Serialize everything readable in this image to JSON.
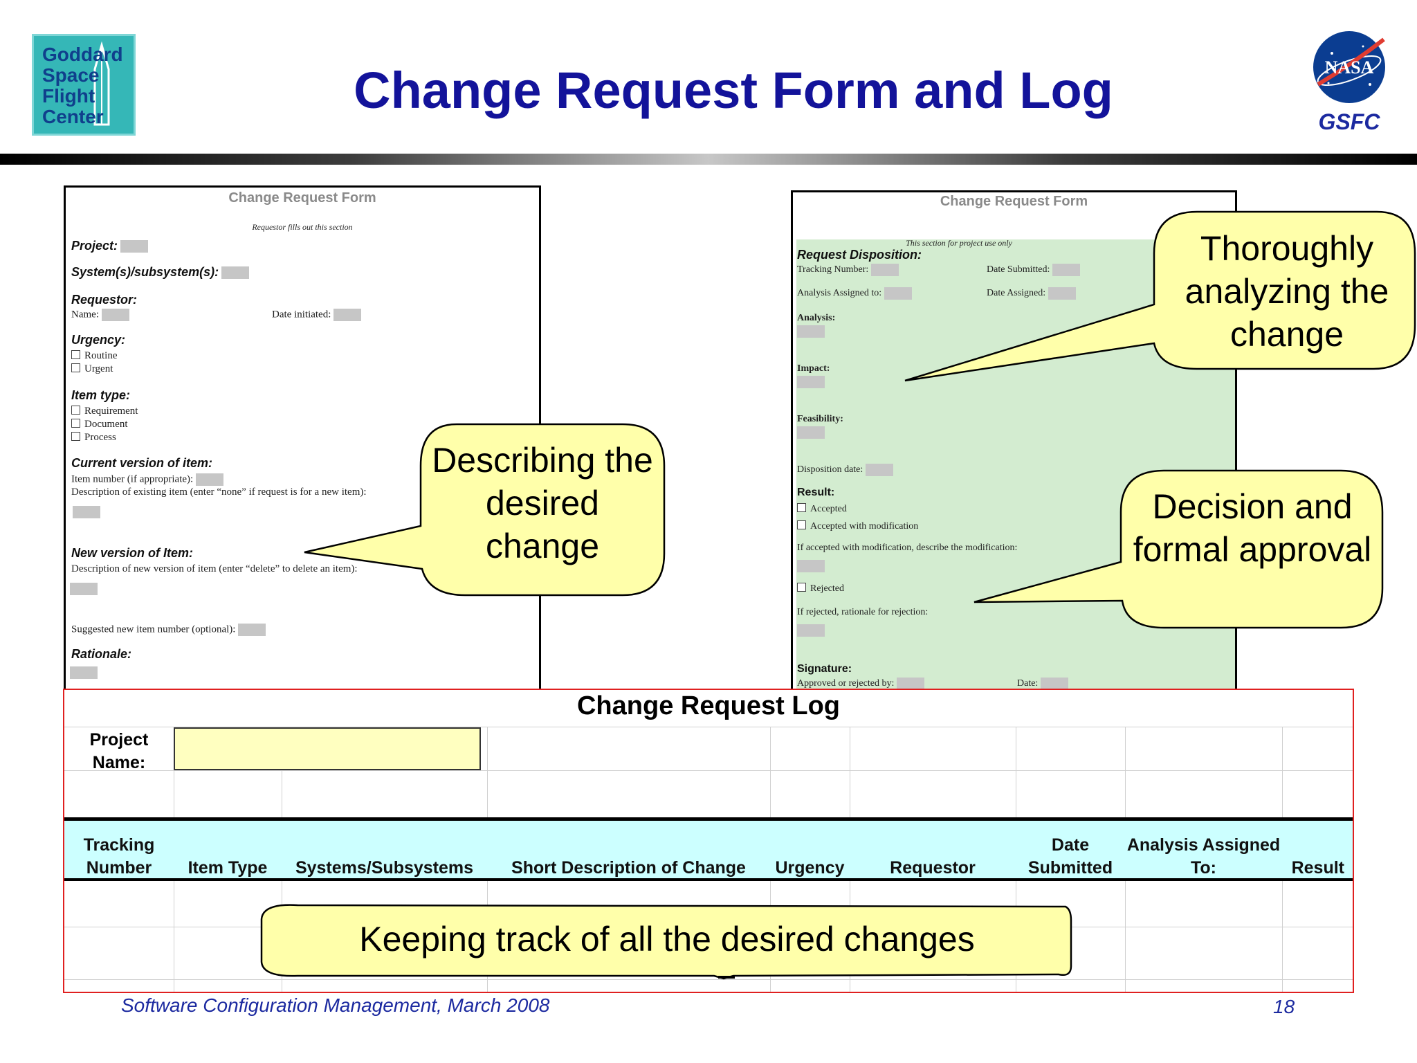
{
  "header": {
    "logo_text": "Goddard\nSpace\nFlight\nCenter",
    "title": "Change Request Form and Log",
    "nasa_logo_text": "NASA",
    "agency_label": "GSFC"
  },
  "form_left": {
    "title": "Change Request Form",
    "note": "Requestor fills out this section",
    "project": "Project:",
    "systems": "System(s)/subsystem(s):",
    "requestor": "Requestor:",
    "name": "Name:",
    "date_initiated": "Date initiated:",
    "urgency": "Urgency:",
    "urgency_options": [
      "Routine",
      "Urgent"
    ],
    "item_type": "Item type:",
    "item_type_options": [
      "Requirement",
      "Document",
      "Process"
    ],
    "current_version": "Current version of item:",
    "item_number": "Item number (if appropriate):",
    "description_existing": "Description of existing item (enter “none” if request is for a new item):",
    "new_version": "New version of Item:",
    "description_new": "Description of new version of item (enter “delete” to delete an item):",
    "suggested_number": "Suggested new item number (optional):",
    "rationale": "Rationale:"
  },
  "form_right": {
    "title": "Change Request Form",
    "note": "This section for project use only",
    "request_disposition": "Request Disposition:",
    "tracking_number": "Tracking Number:",
    "date_submitted": "Date Submitted:",
    "analysis_assigned": "Analysis Assigned to:",
    "date_assigned": "Date Assigned:",
    "analysis": "Analysis:",
    "impact": "Impact:",
    "feasibility": "Feasibility:",
    "disposition_date": "Disposition date:",
    "result": "Result:",
    "accepted": "Accepted",
    "accepted_mod": "Accepted with modification",
    "if_accepted_mod": "If accepted with modification, describe the modification:",
    "rejected": "Rejected",
    "if_rejected": "If rejected, rationale for rejection:",
    "signature": "Signature:",
    "approved_by": "Approved or rejected by:",
    "date": "Date:"
  },
  "callouts": {
    "describing": "Describing the desired change",
    "analyzing": "Thoroughly analyzing the change",
    "decision": "Decision and formal approval",
    "tracking": "Keeping track of all the desired changes"
  },
  "log": {
    "title": "Change Request Log",
    "project_name_label": "Project Name:",
    "columns": [
      "Tracking Number",
      "Item Type",
      "Systems/Subsystems",
      "Short Description of Change",
      "Urgency",
      "Requestor",
      "Date Submitted",
      "Analysis Assigned To:",
      "Result"
    ]
  },
  "footer": {
    "left": "Software Configuration Management, March 2008",
    "page": "18"
  },
  "colors": {
    "title_blue": "#13139a",
    "callout_fill": "#ffffaa",
    "green_section": "#d3ecd0",
    "log_header": "#ccffff",
    "log_border": "#e02020"
  }
}
